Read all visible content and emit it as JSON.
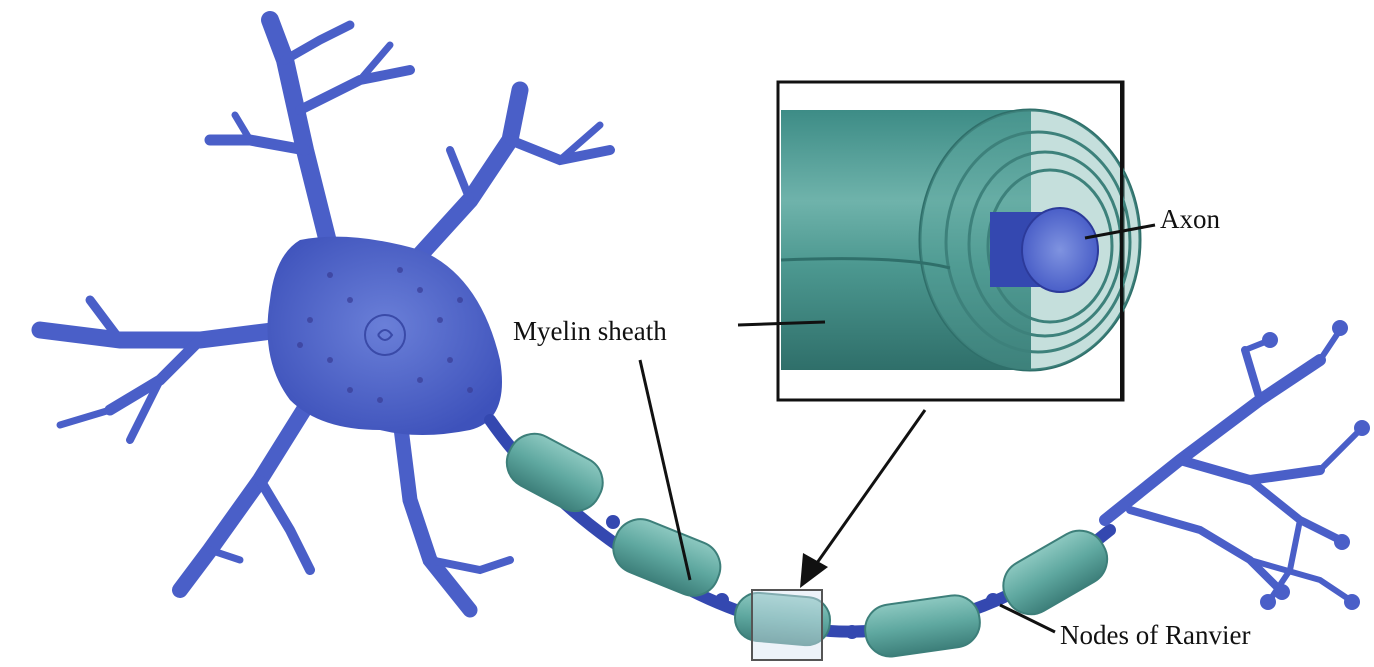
{
  "labels": {
    "axon": "Axon",
    "myelin_sheath": "Myelin sheath",
    "nodes_of_ranvier": "Nodes of Ranvier"
  },
  "colors": {
    "neuron_body": "#4a5fc8",
    "neuron_dark": "#2c3a9a",
    "myelin": "#5fa8a0",
    "myelin_dark": "#3d7f7a",
    "axon_core": "#3448b0",
    "line": "#111111"
  }
}
